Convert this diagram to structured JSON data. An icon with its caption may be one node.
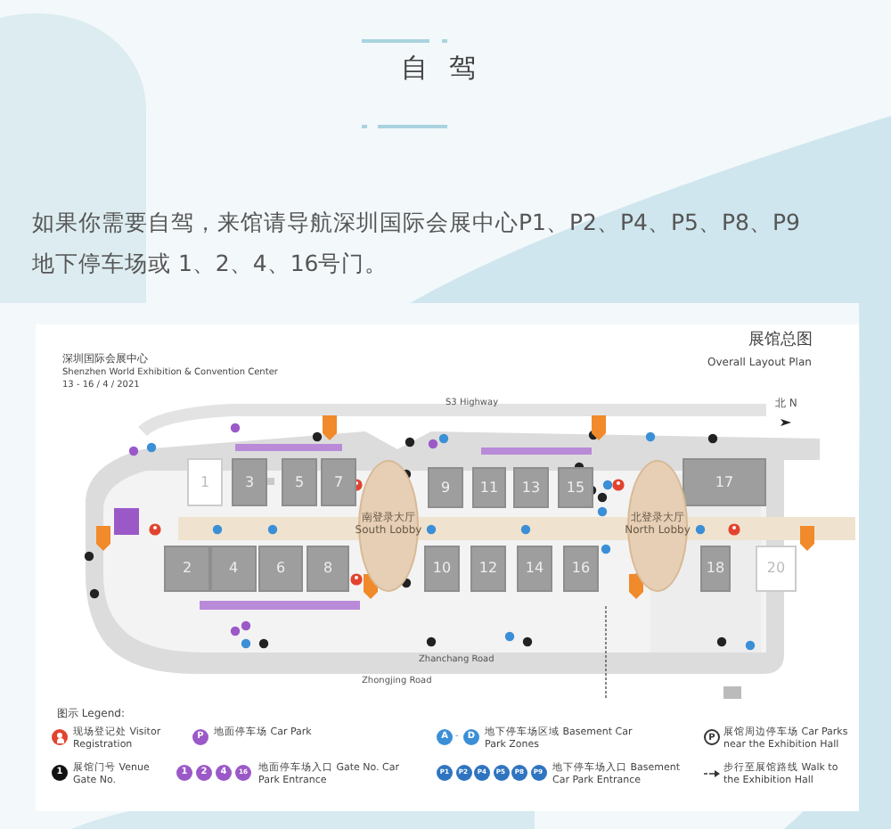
{
  "diagram": {
    "title": "自驾",
    "nodes": [
      {
        "text": [
          "1"
        ]
      },
      {
        "text": [
          "3"
        ]
      },
      {
        "text": [
          "5"
        ]
      },
      {
        "text": [
          "7"
        ]
      },
      {
        "text": [
          "9"
        ]
      },
      {
        "text": [
          "11"
        ]
      },
      {
        "text": [
          "13"
        ]
      },
      {
        "text": [
          "15"
        ]
      },
      {
        "text": [
          "17"
        ]
      },
      {
        "text": [
          "2"
        ]
      },
      {
        "text": [
          "4"
        ]
      },
      {
        "text": [
          "6"
        ]
      },
      {
        "text": [
          "8"
        ]
      },
      {
        "text": [
          "10"
        ]
      },
      {
        "text": [
          "12"
        ]
      },
      {
        "text": [
          "14"
        ]
      },
      {
        "text": [
          "16"
        ]
      },
      {
        "text": [
          "18"
        ]
      },
      {
        "text": [
          "20"
        ]
      },
      {
        "text": [
          "南登录大厅",
          "South Lobby"
        ]
      },
      {
        "text": [
          "北登录大厅",
          "North Lobby"
        ]
      }
    ],
    "labels": [
      "如果你需要自驾，来馆请导航深圳国际会展中心P1、P2、P4、P5、P8、P9地下停车场或 1、2、4、16号门。",
      "深圳国际会展中心",
      "Shenzhen World Exhibition & Convention Center",
      "13 - 16 / 4 / 2021",
      "展馆总图",
      "Overall Layout Plan",
      "S3 Highway",
      "北 N",
      "Zhanchang Road",
      "Zhongjing Road",
      "图示 Legend:",
      "1",
      "P",
      "1",
      "2",
      "4",
      "16",
      "A",
      "-",
      "D",
      "P1",
      "P2",
      "P4",
      "P5",
      "P8",
      "P9",
      "P"
    ],
    "legend": [
      {
        "text": "现场登记处 Visitor Registration"
      },
      {
        "text": "展馆门号 Venue Gate No."
      },
      {
        "text": "地面停车场 Car Park"
      },
      {
        "text": "地面停车场入口 Gate No. Car Park Entrance"
      },
      {
        "text": "地下停车场区域 Basement Car Park Zones"
      },
      {
        "text": "地下停车场入口 Basement Car Park Entrance"
      },
      {
        "text": "展馆周边停车场 Car Parks near the Exhibition Hall"
      },
      {
        "text": "步行至展馆路线 Walk to the Exhibition Hall"
      }
    ]
  }
}
